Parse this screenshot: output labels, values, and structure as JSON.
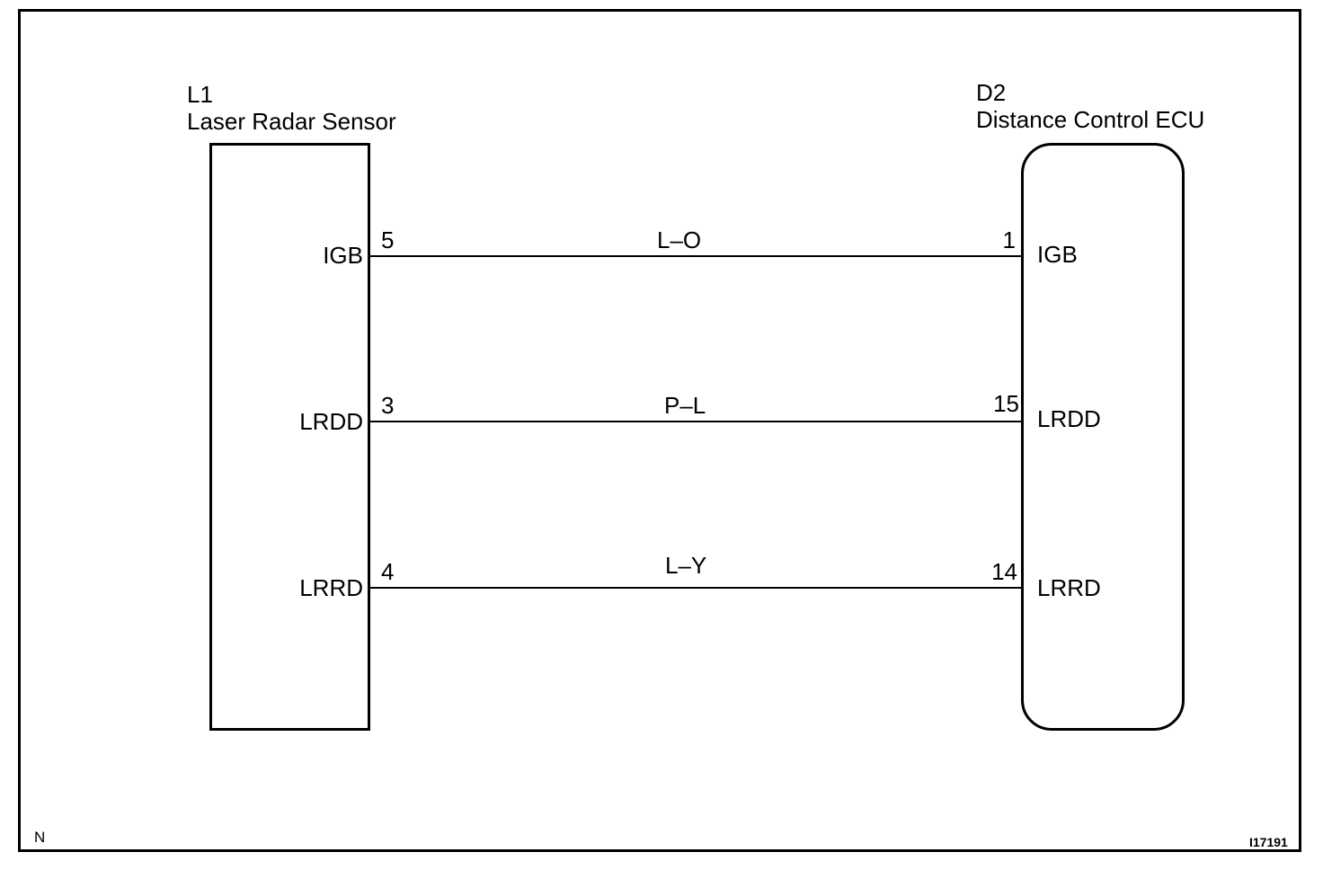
{
  "left_component": {
    "id": "L1",
    "name": "Laser Radar Sensor",
    "pins": [
      {
        "name": "IGB",
        "number": "5"
      },
      {
        "name": "LRDD",
        "number": "3"
      },
      {
        "name": "LRRD",
        "number": "4"
      }
    ]
  },
  "right_component": {
    "id": "D2",
    "name": "Distance Control ECU",
    "pins": [
      {
        "name": "IGB",
        "number": "1"
      },
      {
        "name": "LRDD",
        "number": "15"
      },
      {
        "name": "LRRD",
        "number": "14"
      }
    ]
  },
  "wires": [
    {
      "color_code": "L–O"
    },
    {
      "color_code": "P–L"
    },
    {
      "color_code": "L–Y"
    }
  ],
  "footer": {
    "corner_mark": "N",
    "figure_id": "I17191"
  }
}
